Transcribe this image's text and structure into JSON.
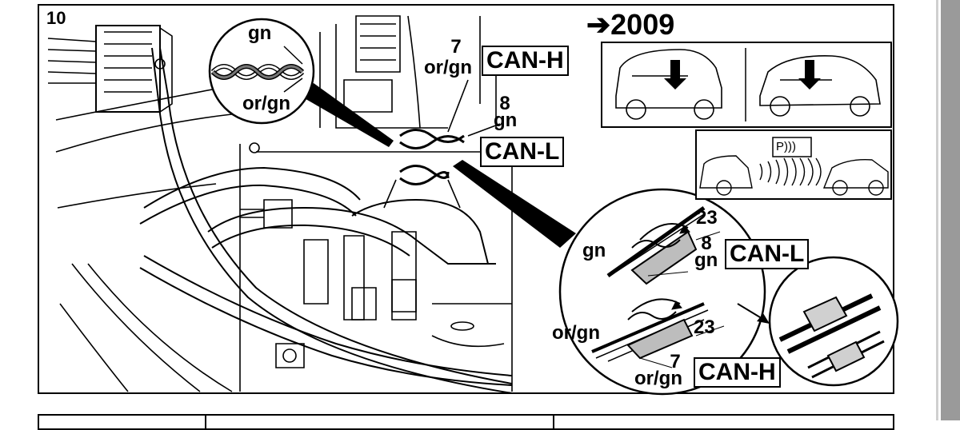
{
  "step_number": "10",
  "year_label": "➔2009",
  "parking_sensor_icon": "P)))",
  "wire_colors": {
    "green": "gn",
    "orange_green": "or/gn"
  },
  "pins": {
    "pin7": "7",
    "pin8": "8",
    "connector23": "23"
  },
  "signals": {
    "can_high": "CAN-H",
    "can_low": "CAN-L"
  },
  "palette": {
    "frame": "#000000",
    "background": "#ffffff",
    "side_tab": "#9a9a9a",
    "callout_fill": "#000000"
  }
}
